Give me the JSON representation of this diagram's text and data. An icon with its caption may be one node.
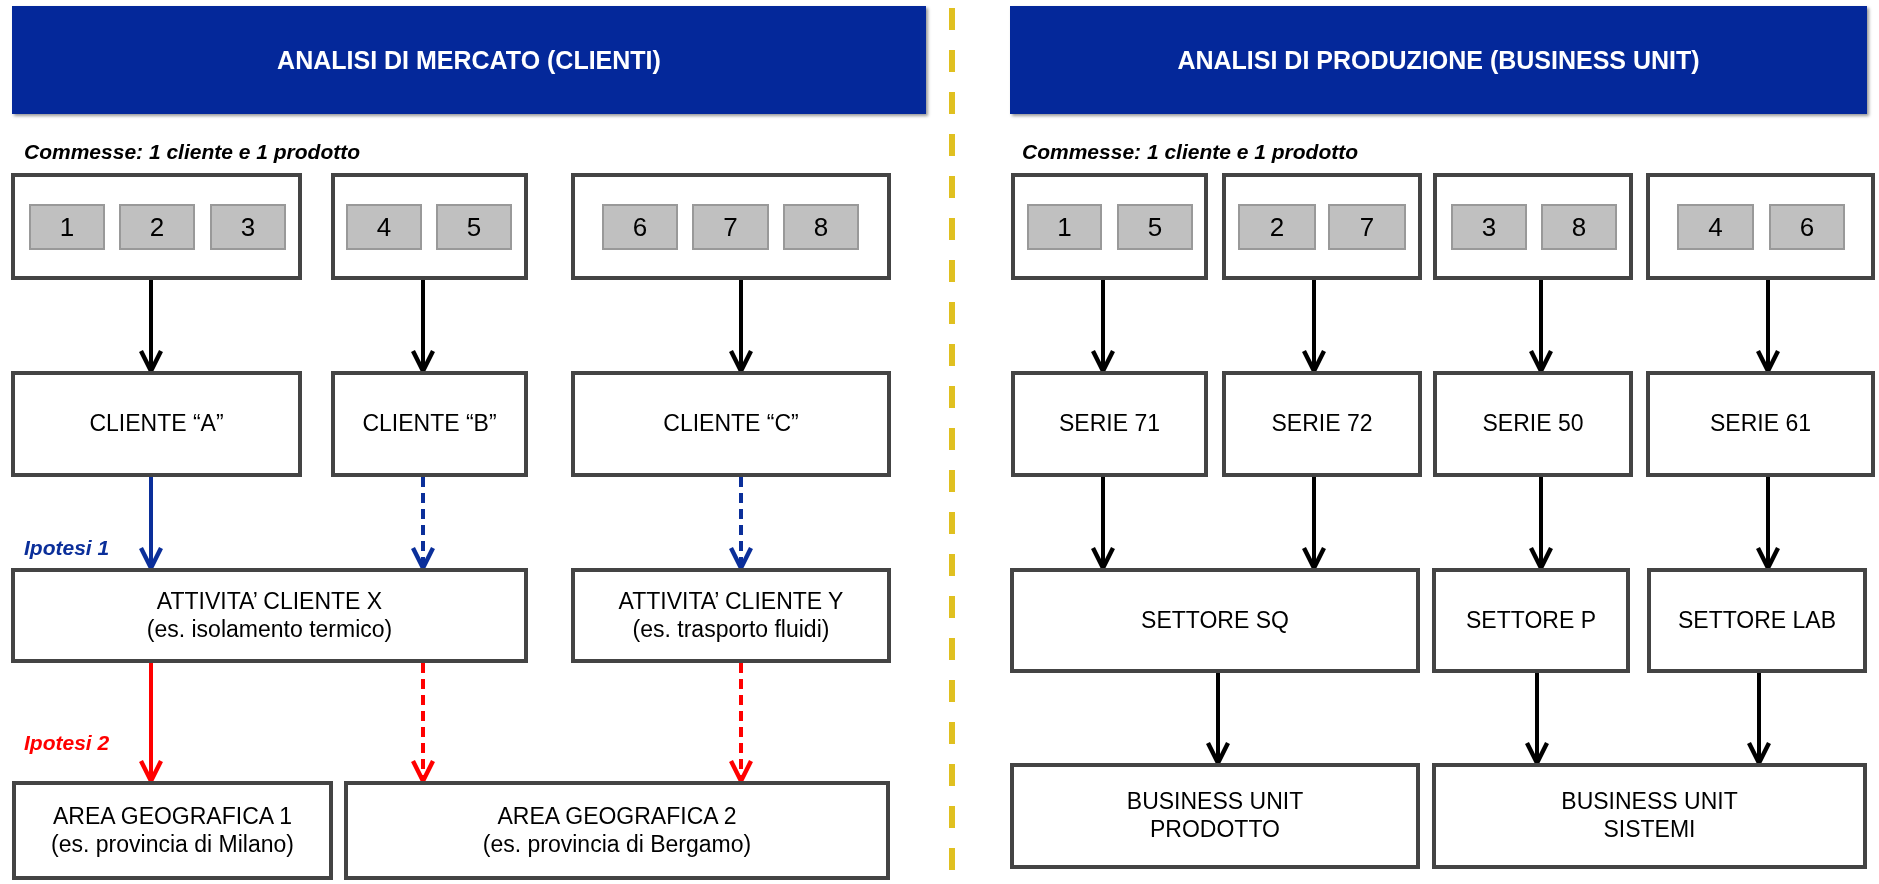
{
  "diagram": {
    "nodes": [
      {
        "text": [
          "ANALISI DI MERCATO (CLIENTI)"
        ]
      },
      {
        "text": [
          "ANALISI DI PRODUZIONE (BUSINESS UNIT)"
        ]
      },
      {
        "text": [],
        "shape": "box"
      },
      {
        "text": [
          "1"
        ],
        "in": 2
      },
      {
        "text": [
          "2"
        ],
        "in": 2
      },
      {
        "text": [
          "3"
        ],
        "in": 2
      },
      {
        "text": [],
        "shape": "box"
      },
      {
        "text": [
          "4"
        ],
        "in": 6
      },
      {
        "text": [
          "5"
        ],
        "in": 6
      },
      {
        "text": [],
        "shape": "box"
      },
      {
        "text": [
          "6"
        ],
        "in": 9
      },
      {
        "text": [
          "7"
        ],
        "in": 9
      },
      {
        "text": [
          "8"
        ],
        "in": 9
      },
      {
        "text": [
          "CLIENTE “A”"
        ]
      },
      {
        "text": [
          "CLIENTE “B”"
        ]
      },
      {
        "text": [
          "CLIENTE “C”"
        ]
      },
      {
        "text": [
          "ATTIVITA’ CLIENTE X",
          "(es. isolamento termico)"
        ]
      },
      {
        "text": [
          "ATTIVITA’ CLIENTE Y",
          "(es. trasporto fluidi)"
        ]
      },
      {
        "text": [
          "AREA GEOGRAFICA 1",
          "(es. provincia di Milano)"
        ]
      },
      {
        "text": [
          "AREA GEOGRAFICA 2",
          "(es. provincia di Bergamo)"
        ]
      },
      {
        "text": [],
        "shape": "box"
      },
      {
        "text": [
          "1"
        ],
        "in": 20
      },
      {
        "text": [
          "5"
        ],
        "in": 20
      },
      {
        "text": [],
        "shape": "box"
      },
      {
        "text": [
          "2"
        ],
        "in": 23
      },
      {
        "text": [
          "7"
        ],
        "in": 23
      },
      {
        "text": [],
        "shape": "box"
      },
      {
        "text": [
          "3"
        ],
        "in": 26
      },
      {
        "text": [
          "8"
        ],
        "in": 26
      },
      {
        "text": [],
        "shape": "box"
      },
      {
        "text": [
          "4"
        ],
        "in": 29
      },
      {
        "text": [
          "6"
        ],
        "in": 29
      },
      {
        "text": [
          "SERIE 71"
        ]
      },
      {
        "text": [
          "SERIE 72"
        ]
      },
      {
        "text": [
          "SERIE 50"
        ]
      },
      {
        "text": [
          "SERIE 61"
        ]
      },
      {
        "text": [
          "SETTORE SQ"
        ]
      },
      {
        "text": [
          "SETTORE P"
        ]
      },
      {
        "text": [
          "SETTORE LAB"
        ]
      },
      {
        "text": [
          "BUSINESS UNIT PRODOTTO"
        ]
      },
      {
        "text": [
          "BUSINESS UNIT SISTEMI"
        ]
      }
    ],
    "edges": [
      {
        "from": 2,
        "to": 13,
        "arrow": "to"
      },
      {
        "from": 6,
        "to": 14,
        "arrow": "to"
      },
      {
        "from": 9,
        "to": 15,
        "arrow": "to"
      },
      {
        "from": 13,
        "to": 16,
        "arrow": "to",
        "color": "#0b2f9a"
      },
      {
        "from": 14,
        "to": 16,
        "arrow": "to",
        "style": "dashed",
        "color": "#0b2f9a"
      },
      {
        "from": 15,
        "to": 17,
        "arrow": "to",
        "style": "dashed",
        "color": "#0b2f9a"
      },
      {
        "from": 16,
        "to": 18,
        "arrow": "to",
        "color": "#ff0000"
      },
      {
        "from": 16,
        "to": 19,
        "arrow": "to",
        "style": "dashed",
        "color": "#ff0000"
      },
      {
        "from": 17,
        "to": 19,
        "arrow": "to",
        "style": "dashed",
        "color": "#ff0000"
      },
      {
        "from": 20,
        "to": 32,
        "arrow": "to"
      },
      {
        "from": 23,
        "to": 33,
        "arrow": "to"
      },
      {
        "from": 26,
        "to": 34,
        "arrow": "to"
      },
      {
        "from": 29,
        "to": 35,
        "arrow": "to"
      },
      {
        "from": 32,
        "to": 36,
        "arrow": "to"
      },
      {
        "from": 33,
        "to": 36,
        "arrow": "to"
      },
      {
        "from": 34,
        "to": 37,
        "arrow": "to"
      },
      {
        "from": 35,
        "to": 38,
        "arrow": "to"
      },
      {
        "from": 36,
        "to": 39,
        "arrow": "to"
      },
      {
        "from": 37,
        "to": 40,
        "arrow": "to"
      },
      {
        "from": 38,
        "to": 40,
        "arrow": "to"
      }
    ],
    "labels": [
      "Commesse: 1 cliente e 1 prodotto",
      "Ipotesi 1",
      "Ipotesi 2",
      "Commesse: 1 cliente e 1 prodotto"
    ]
  }
}
